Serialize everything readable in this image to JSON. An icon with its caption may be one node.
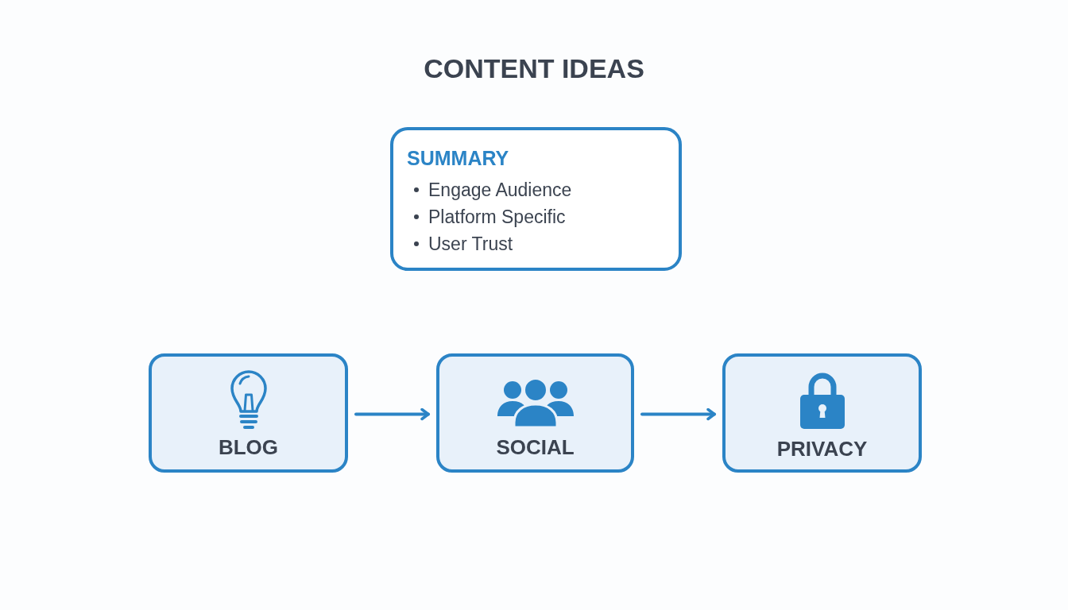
{
  "diagram": {
    "title": "CONTENT IDEAS",
    "nodes": [
      {
        "text": [
          "SUMMARY",
          "Engage Audience",
          "Platform Specific",
          "User Trust"
        ]
      },
      {
        "text": [
          "BLOG"
        ]
      },
      {
        "text": [
          "SOCIAL"
        ]
      },
      {
        "text": [
          "PRIVACY"
        ]
      }
    ],
    "edges": [
      {
        "from": 1,
        "to": 2,
        "arrow": "to"
      },
      {
        "from": 2,
        "to": 3,
        "arrow": "to"
      }
    ]
  }
}
